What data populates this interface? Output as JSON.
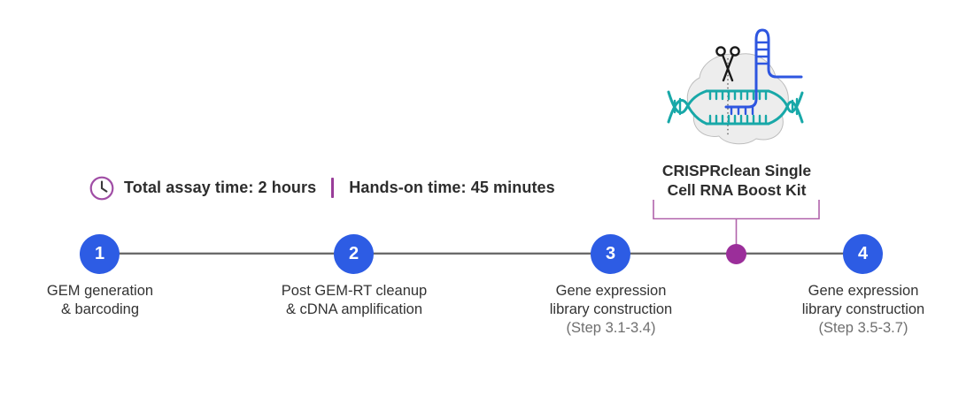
{
  "assay_banner": {
    "total_assay_time": "Total assay time: 2 hours",
    "hands_on_time": "Hands-on time: 45 minutes"
  },
  "kit_callout": {
    "line1": "CRISPRclean Single",
    "line2": "Cell RNA Boost Kit"
  },
  "timeline": {
    "steps": [
      {
        "number": "1",
        "line1": "GEM generation",
        "line2": "& barcoding",
        "sub": ""
      },
      {
        "number": "2",
        "line1": "Post GEM-RT cleanup",
        "line2": "& cDNA amplification",
        "sub": ""
      },
      {
        "number": "3",
        "line1": "Gene expression",
        "line2": "library construction",
        "sub": "(Step 3.1-3.4)"
      },
      {
        "number": "4",
        "line1": "Gene expression",
        "line2": "library construction",
        "sub": "(Step 3.5-3.7)"
      }
    ]
  },
  "icons": {
    "clock": "clock-icon",
    "scissors": "scissors-icon",
    "dna_helix": "dna-helix-icon",
    "grna_hairpin": "grna-hairpin-icon",
    "cas_protein": "cas-protein-blob"
  },
  "colors": {
    "step_circle_blue": "#2d5ce4",
    "kit_marker_purple": "#9b2e9a",
    "bracket_purple": "#b163ab",
    "clock_purple": "#a04da5",
    "timeline_gray": "#6a6a6a",
    "dna_teal": "#18a8a8",
    "grna_blue": "#2e56e0"
  }
}
